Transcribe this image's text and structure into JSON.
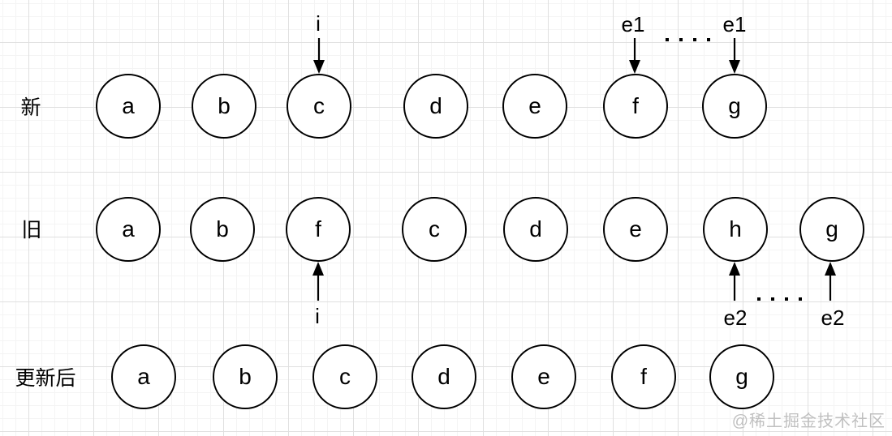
{
  "rows": [
    {
      "label": "新",
      "nodes": [
        "a",
        "b",
        "c",
        "d",
        "e",
        "f",
        "g"
      ]
    },
    {
      "label": "旧",
      "nodes": [
        "a",
        "b",
        "f",
        "c",
        "d",
        "e",
        "h",
        "g"
      ]
    },
    {
      "label": "更新后",
      "nodes": [
        "a",
        "b",
        "c",
        "d",
        "e",
        "f",
        "g"
      ]
    }
  ],
  "pointers": {
    "new_i": "i",
    "new_e1_left": "e1",
    "new_e1_right": "e1",
    "old_i": "i",
    "old_e2_left": "e2",
    "old_e2_right": "e2"
  },
  "watermark": "@稀土掘金技术社区",
  "colors": {
    "stroke": "#000000",
    "node_fill": "#ffffff",
    "grid_minor": "#f4f4f4",
    "grid_major": "#e0e0e0",
    "watermark": "#c0c0c0"
  }
}
